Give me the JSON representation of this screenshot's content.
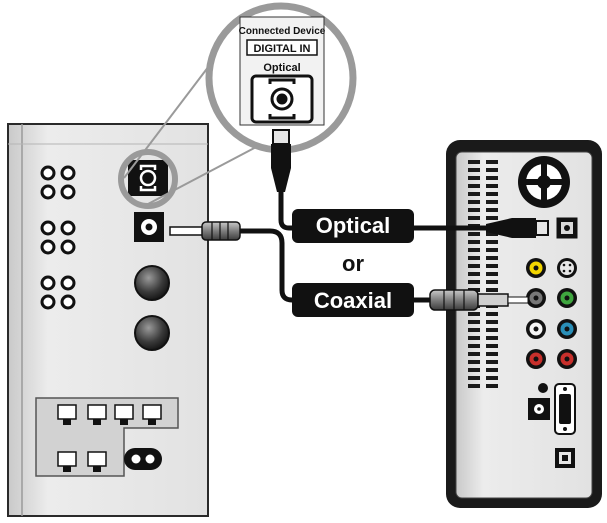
{
  "zoom_callout": {
    "heading": "Connected Device",
    "port_label": "DIGITAL IN",
    "port_type": "Optical"
  },
  "cables": {
    "optical_label": "Optical",
    "separator": "or",
    "coaxial_label": "Coaxial"
  },
  "colors": {
    "device_body": "#e6e6e6",
    "device_outline": "#2a2a2a",
    "cable": "#111111",
    "plug_gray": "#8c8c8c",
    "label_bg": "#111111",
    "label_text": "#ffffff",
    "rca_yellow": "#f2d500",
    "rca_green": "#3fa63f",
    "rca_blue": "#2a8fb8",
    "rca_red": "#c8302c"
  }
}
